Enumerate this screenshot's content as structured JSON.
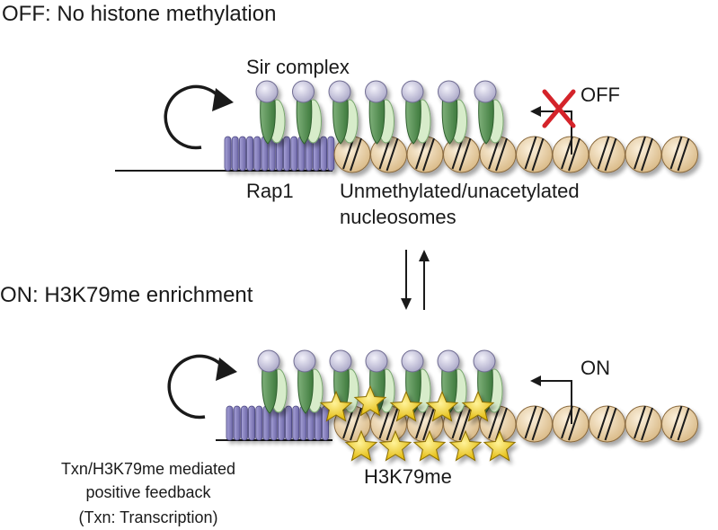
{
  "off_panel": {
    "title": "OFF: No histone methylation",
    "sir_label": "Sir complex",
    "rap1_label": "Rap1",
    "nucleosome_label_line1": "Unmethylated/unacetylated",
    "nucleosome_label_line2": "nucleosomes",
    "state_label": "OFF"
  },
  "on_panel": {
    "title": "ON: H3K79me enrichment",
    "state_label": "ON",
    "mark_label": "H3K79me",
    "feedback_line1": "Txn/H3K79me mediated",
    "feedback_line2": "positive feedback",
    "feedback_note": "(Txn: Transcription)"
  },
  "colors": {
    "rap1": "#8c86c4",
    "sir_green": "#4e8a4c",
    "sir_light": "#cfe6c4",
    "sir_head": "#cdcbe0",
    "nucleosome": "#ecd3a8",
    "star": "#f2cf1e",
    "off_cross": "#d4232a"
  }
}
